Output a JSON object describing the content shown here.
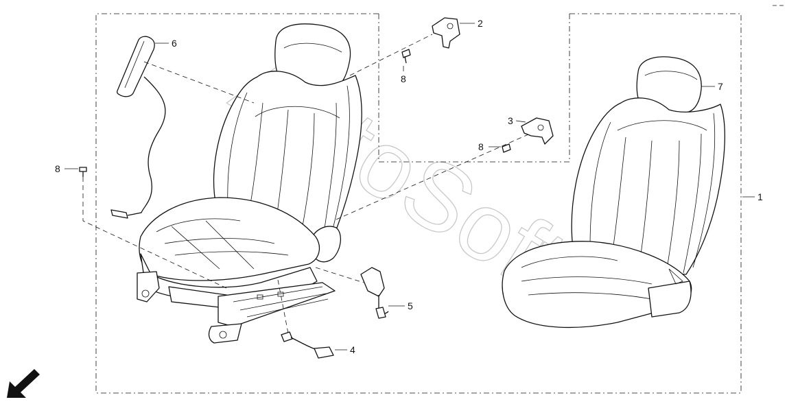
{
  "diagram": {
    "watermark": "AutoSoft",
    "callouts": {
      "c1": "1",
      "c2": "2",
      "c3": "3",
      "c4": "4",
      "c5": "5",
      "c6": "6",
      "c7": "7",
      "c8a": "8",
      "c8b": "8",
      "c8c": "8"
    },
    "icons": {
      "front_direction": "arrow-down-left-icon"
    },
    "colors": {
      "ink": "#111111",
      "watermark": "#c4c4c4",
      "background": "#ffffff"
    }
  }
}
